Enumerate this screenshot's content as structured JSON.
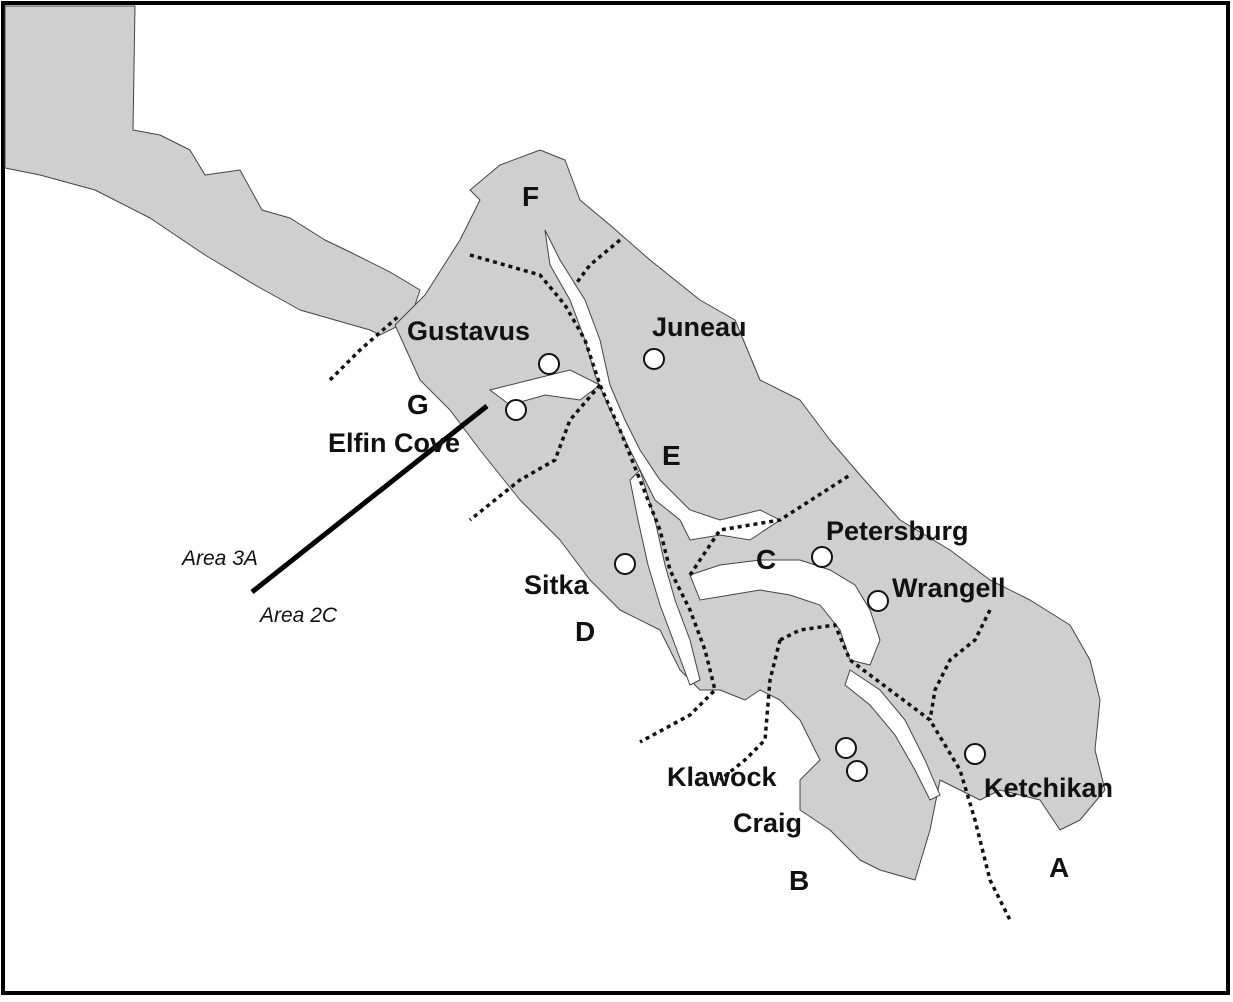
{
  "map": {
    "cities": [
      {
        "key": "gustavus",
        "label": "Gustavus"
      },
      {
        "key": "juneau",
        "label": "Juneau"
      },
      {
        "key": "elfin_cove",
        "label": "Elfin Cove"
      },
      {
        "key": "petersburg",
        "label": "Petersburg"
      },
      {
        "key": "wrangell",
        "label": "Wrangell"
      },
      {
        "key": "sitka",
        "label": "Sitka"
      },
      {
        "key": "klawock",
        "label": "Klawock"
      },
      {
        "key": "craig",
        "label": "Craig"
      },
      {
        "key": "ketchikan",
        "label": "Ketchikan"
      }
    ],
    "zones": [
      "A",
      "B",
      "C",
      "D",
      "E",
      "F",
      "G"
    ],
    "areas": {
      "north": "Area 3A",
      "south": "Area 2C"
    },
    "colors": {
      "land": "#cfcfcf",
      "water": "#ffffff",
      "outline": "#111111"
    }
  }
}
